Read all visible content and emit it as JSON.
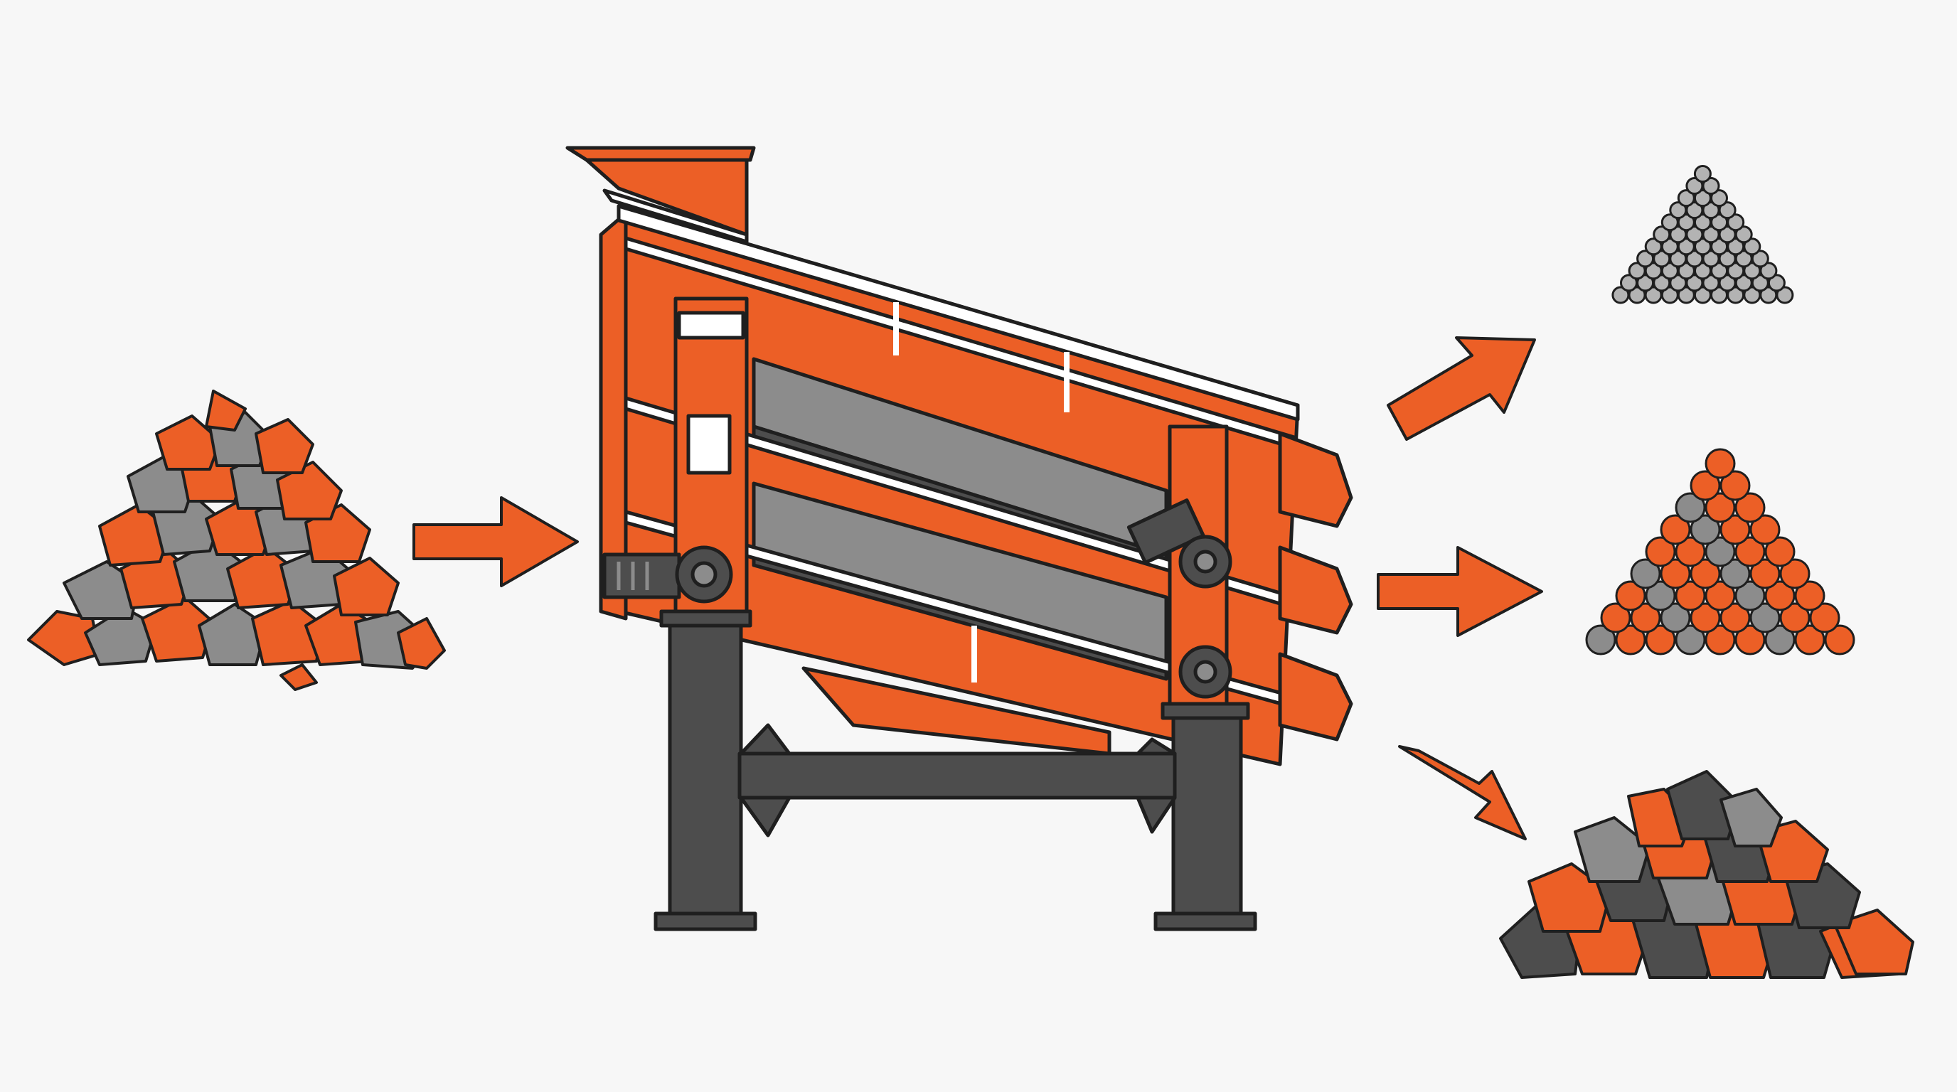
{
  "diagram": {
    "description_text": "",
    "stages": [
      {
        "id": "input",
        "label": ""
      },
      {
        "id": "screen",
        "label": ""
      },
      {
        "id": "output-fine",
        "label": ""
      },
      {
        "id": "output-medium",
        "label": ""
      },
      {
        "id": "output-coarse",
        "label": ""
      }
    ]
  },
  "colors": {
    "background": "#f7f7f7",
    "orange": "#ec5f26",
    "gray": "#8c8c8c",
    "dark": "#4d4d4d",
    "light_gray": "#b3b3b3",
    "outline": "#1f1f1f",
    "white": "#ffffff"
  }
}
